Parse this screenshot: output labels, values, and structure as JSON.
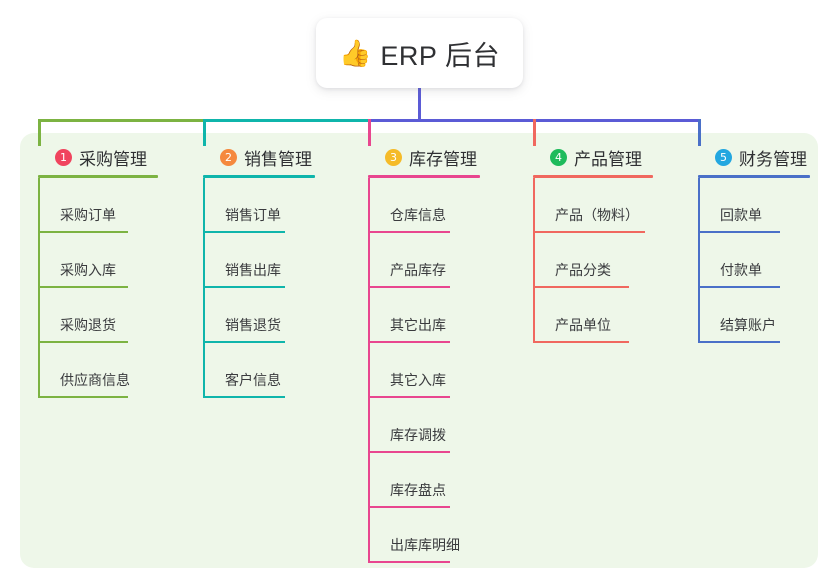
{
  "root": {
    "icon": "thumbs-up-emoji",
    "emoji": "👍",
    "title": "ERP 后台"
  },
  "palette": {
    "panel_background": "#eef7e9",
    "page_background": "#ffffff",
    "card_background": "#ffffff",
    "text": "#2f3033",
    "bus_left": "#7cb342",
    "bus_mid": "#0fb5ab",
    "bus_right": "#5b5bd6"
  },
  "columns": [
    {
      "number": "1",
      "title": "采购管理",
      "badge_color": "#f0445e",
      "line_color": "#7cb342",
      "connector_color": "#7cb342",
      "items": [
        {
          "label": "采购订单"
        },
        {
          "label": "采购入库"
        },
        {
          "label": "采购退货"
        },
        {
          "label": "供应商信息"
        }
      ]
    },
    {
      "number": "2",
      "title": "销售管理",
      "badge_color": "#f5893e",
      "line_color": "#0fb5ab",
      "connector_color": "#0fb5ab",
      "items": [
        {
          "label": "销售订单"
        },
        {
          "label": "销售出库"
        },
        {
          "label": "销售退货"
        },
        {
          "label": "客户信息"
        }
      ]
    },
    {
      "number": "3",
      "title": "库存管理",
      "badge_color": "#f5bb29",
      "line_color": "#e8468f",
      "connector_color": "#e8468f",
      "items": [
        {
          "label": "仓库信息"
        },
        {
          "label": "产品库存"
        },
        {
          "label": "其它出库"
        },
        {
          "label": "其它入库"
        },
        {
          "label": "库存调拨"
        },
        {
          "label": "库存盘点"
        },
        {
          "label": "出库库明细"
        }
      ]
    },
    {
      "number": "4",
      "title": "产品管理",
      "badge_color": "#1ebb5c",
      "line_color": "#f0685f",
      "connector_color": "#f0685f",
      "items": [
        {
          "label": "产品（物料）"
        },
        {
          "label": "产品分类"
        },
        {
          "label": "产品单位"
        }
      ]
    },
    {
      "number": "5",
      "title": "财务管理",
      "badge_color": "#23a7e0",
      "line_color": "#4a70c8",
      "connector_color": "#4a70c8",
      "items": [
        {
          "label": "回款单"
        },
        {
          "label": "付款单"
        },
        {
          "label": "结算账户"
        }
      ]
    }
  ]
}
